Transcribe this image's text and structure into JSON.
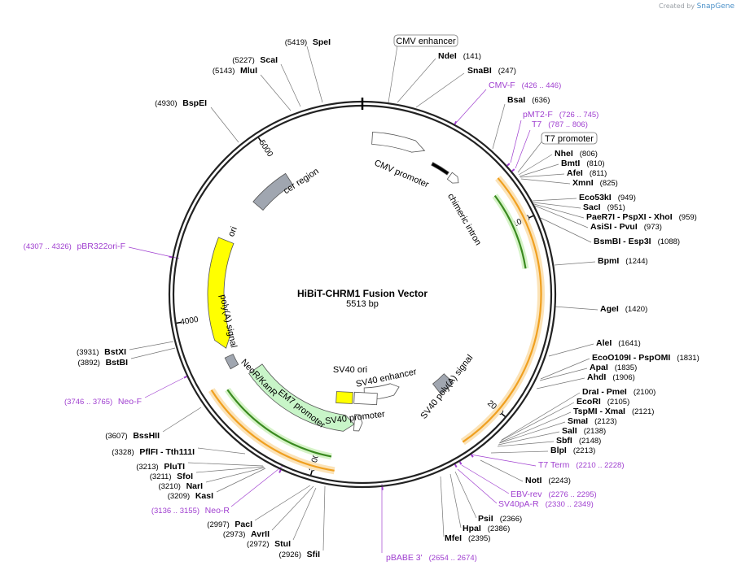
{
  "credit": {
    "created_by": "Created by",
    "brand": "SnapGene"
  },
  "map": {
    "title": "HiBiT-CHRM1 Fusion Vector",
    "size": "5513 bp",
    "length": 5513
  },
  "ticks": [
    {
      "bp": 1000,
      "label": "1000"
    },
    {
      "bp": 2000,
      "label": "2000"
    },
    {
      "bp": 3000,
      "label": "3000"
    },
    {
      "bp": 4000,
      "label": "4000"
    },
    {
      "bp": 5000,
      "label": "5000"
    }
  ],
  "features": [
    {
      "name": "CMV promoter",
      "label_style": "arc",
      "color": "#ffffff",
      "stroke": "#555555",
      "start": 0.01,
      "end": 0.065,
      "dir": 1
    },
    {
      "name": "chimeric intron",
      "label_style": "arc",
      "color": "#000000",
      "start": 0.078,
      "end": 0.098,
      "dir": 0,
      "thin": true
    },
    {
      "name": "cer region",
      "label_style": "arc",
      "color": "#a0a6b0",
      "start": 0.862,
      "end": 0.91,
      "dir": 0
    },
    {
      "name": "ori",
      "label_style": "arc",
      "color": "#ffff00",
      "start": 0.69,
      "end": 0.81,
      "dir": -1
    },
    {
      "name": "poly(A) signal",
      "label_style": "arc",
      "color": "#a0a6b0",
      "start": 0.668,
      "end": 0.681,
      "dir": 0
    },
    {
      "name": "NeoR/KanR",
      "label_style": "arc",
      "color": "#c8f5c8",
      "stroke": "#555555",
      "start": 0.51,
      "end": 0.653,
      "dir": -1
    },
    {
      "name": "EM7 promoter",
      "label_style": "arc",
      "color": "#ffffff",
      "stroke": "#555555",
      "start": 0.5,
      "end": 0.51,
      "dir": -1
    },
    {
      "name": "SV40 promoter",
      "label_style": "arc",
      "color": "#ffffff",
      "stroke": "#555555",
      "start": 0.44,
      "end": 0.497,
      "dir": -1
    },
    {
      "name": "SV40 poly(A) signal",
      "label_style": "arc",
      "color": "#a0a6b0",
      "start": 0.373,
      "end": 0.394,
      "dir": 0
    }
  ],
  "inner_boxes": [
    {
      "name": "SV40 ori",
      "color": "#ffff00"
    },
    {
      "name": "SV40 enhancer",
      "color": "#ffffff"
    }
  ],
  "outer_features": [
    {
      "name": "CMV enhancer",
      "boxed": true
    },
    {
      "name": "T7 promoter",
      "boxed": true
    }
  ],
  "enzymes": [
    {
      "name": "SpeI",
      "pos": "(5419)"
    },
    {
      "name": "ScaI",
      "pos": "(5227)"
    },
    {
      "name": "MluI",
      "pos": "(5143)"
    },
    {
      "name": "BspEI",
      "pos": "(4930)"
    },
    {
      "name": "NdeI",
      "pos": "(141)"
    },
    {
      "name": "SnaBI",
      "pos": "(247)"
    },
    {
      "name": "BsaI",
      "pos": "(636)"
    },
    {
      "name": "NheI",
      "pos": "(806)"
    },
    {
      "name": "BmtI",
      "pos": "(810)"
    },
    {
      "name": "AfeI",
      "pos": "(811)"
    },
    {
      "name": "XmnI",
      "pos": "(825)"
    },
    {
      "name": "Eco53kI",
      "pos": "(949)"
    },
    {
      "name": "SacI",
      "pos": "(951)"
    },
    {
      "name": "PaeR7I - PspXI - XhoI",
      "pos": "(959)"
    },
    {
      "name": "AsiSI - PvuI",
      "pos": "(973)"
    },
    {
      "name": "BsmBI - Esp3I",
      "pos": "(1088)"
    },
    {
      "name": "BpmI",
      "pos": "(1244)"
    },
    {
      "name": "AgeI",
      "pos": "(1420)"
    },
    {
      "name": "AleI",
      "pos": "(1641)"
    },
    {
      "name": "EcoO109I - PspOMI",
      "pos": "(1831)"
    },
    {
      "name": "ApaI",
      "pos": "(1835)"
    },
    {
      "name": "AhdI",
      "pos": "(1906)"
    },
    {
      "name": "DraI - PmeI",
      "pos": "(2100)"
    },
    {
      "name": "EcoRI",
      "pos": "(2105)"
    },
    {
      "name": "TspMI - XmaI",
      "pos": "(2121)"
    },
    {
      "name": "SmaI",
      "pos": "(2123)"
    },
    {
      "name": "SalI",
      "pos": "(2138)"
    },
    {
      "name": "SbfI",
      "pos": "(2148)"
    },
    {
      "name": "BlpI",
      "pos": "(2213)"
    },
    {
      "name": "NotI",
      "pos": "(2243)"
    },
    {
      "name": "PsiI",
      "pos": "(2366)"
    },
    {
      "name": "HpaI",
      "pos": "(2386)"
    },
    {
      "name": "MfeI",
      "pos": "(2395)"
    },
    {
      "name": "SfiI",
      "pos": "(2926)"
    },
    {
      "name": "StuI",
      "pos": "(2972)"
    },
    {
      "name": "AvrII",
      "pos": "(2973)"
    },
    {
      "name": "PacI",
      "pos": "(2997)"
    },
    {
      "name": "KasI",
      "pos": "(3209)"
    },
    {
      "name": "NarI",
      "pos": "(3210)"
    },
    {
      "name": "SfoI",
      "pos": "(3211)"
    },
    {
      "name": "PluTI",
      "pos": "(3213)"
    },
    {
      "name": "PflFI - Tth111I",
      "pos": "(3328)"
    },
    {
      "name": "BssHII",
      "pos": "(3607)"
    },
    {
      "name": "BstBI",
      "pos": "(3892)"
    },
    {
      "name": "BstXI",
      "pos": "(3931)"
    }
  ],
  "primers": [
    {
      "name": "CMV-F",
      "pos": "(426 .. 446)"
    },
    {
      "name": "pMT2-F",
      "pos": "(726 .. 745)"
    },
    {
      "name": "T7",
      "pos": "(787 .. 806)"
    },
    {
      "name": "T7 Term",
      "pos": "(2210 .. 2228)"
    },
    {
      "name": "EBV-rev",
      "pos": "(2276 .. 2295)"
    },
    {
      "name": "SV40pA-R",
      "pos": "(2330 .. 2349)"
    },
    {
      "name": "pBABE 3'",
      "pos": "(2654 .. 2674)"
    },
    {
      "name": "Neo-R",
      "pos": "(3136 .. 3155)"
    },
    {
      "name": "Neo-F",
      "pos": "(3746 .. 3765)"
    },
    {
      "name": "pBR322ori-F",
      "pos": "(4307 .. 4326)"
    }
  ],
  "colors": {
    "primer": "#a040d0",
    "orf_outer": "#f0a020",
    "orf_outer_fill": "#fbe3b8",
    "orf_inner": "#3a8a20",
    "orf_inner_fill": "#d6f3c8"
  }
}
